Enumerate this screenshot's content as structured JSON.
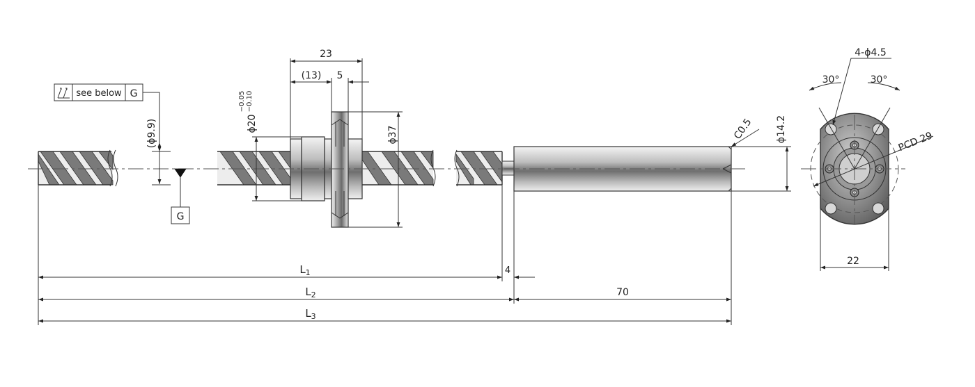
{
  "callout": {
    "symbol": "circular-runout-icon",
    "note": "see below",
    "datum": "G"
  },
  "datum_box": "G",
  "dimensions": {
    "nut_length": "23",
    "nut_body": "(13)",
    "flange_thickness": "5",
    "shaft_dia": "ϕ20",
    "shaft_dia_tol_upper": "−0.05",
    "shaft_dia_tol_lower": "−0.10",
    "root_dia": "(ϕ9.9)",
    "flange_dia": "ϕ37",
    "end_dia": "ϕ14.2",
    "chamfer": "C0.5",
    "hole_spec": "4-ϕ4.5",
    "angle_left": "30°",
    "angle_right": "30°",
    "pcd": "PCD 29",
    "flange_width": "22",
    "undercut": "4",
    "end_length": "70"
  },
  "lengths": {
    "l1": "L",
    "l1_sub": "1",
    "l2": "L",
    "l2_sub": "2",
    "l3": "L",
    "l3_sub": "3"
  }
}
